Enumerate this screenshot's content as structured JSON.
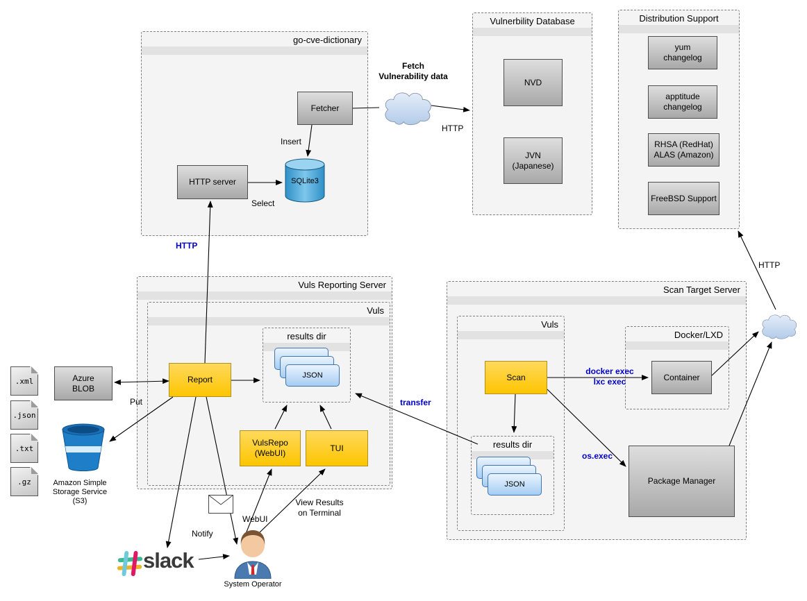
{
  "colors": {
    "accent_yellow": "#FDC500",
    "edge_label_blue": "#0000CC",
    "json_card_blue": "#A5CDF3",
    "cylinder_blue": "#2F8FC6",
    "bucket_blue": "#1E7EC8"
  },
  "containers": {
    "go_cve_dictionary": "go-cve-dictionary",
    "vulnerability_database": "Vulnerbility Database",
    "distribution_support": "Distribution Support",
    "vuls_reporting_server": "Vuls Reporting Server",
    "vuls_reporting": "Vuls",
    "results_dir_reporting": "results dir",
    "scan_target_server": "Scan Target Server",
    "vuls_scan": "Vuls",
    "results_dir_scan": "results dir",
    "docker_lxd": "Docker/LXD"
  },
  "nodes": {
    "fetcher": "Fetcher",
    "http_server": "HTTP server",
    "sqlite3": "SQLite3",
    "nvd": "NVD",
    "jvn": "JVN\n(Japanese)",
    "yum_changelog": "yum\nchangelog",
    "apptitude_changelog": "apptitude\nchangelog",
    "rhsa_alas": "RHSA (RedHat)\nALAS (Amazon)",
    "freebsd_support": "FreeBSD Support",
    "report": "Report",
    "vulsrepo": "VulsRepo\n(WebUI)",
    "tui": "TUI",
    "scan": "Scan",
    "container": "Container",
    "package_manager": "Package Manager",
    "azure_blob": "Azure\nBLOB",
    "json_file": "JSON"
  },
  "files": [
    ".xml",
    ".json",
    ".txt",
    ".gz"
  ],
  "edge_labels": {
    "fetch_vulnerability_data": "Fetch\nVulnerability data",
    "http_fetch": "HTTP",
    "insert": "Insert",
    "select": "Select",
    "http_report": "HTTP",
    "put": "Put",
    "transfer": "transfer",
    "docker_lxc_exec": "docker exec\nlxc exec",
    "os_exec": "os.exec",
    "http_dist": "HTTP",
    "notify": "Notify",
    "webui": "WebUI",
    "view_results": "View Results\non Terminal"
  },
  "captions": {
    "s3": "Amazon Simple\nStorage Service\n(S3)",
    "slack": "slack",
    "system_operator": "System Operator"
  }
}
